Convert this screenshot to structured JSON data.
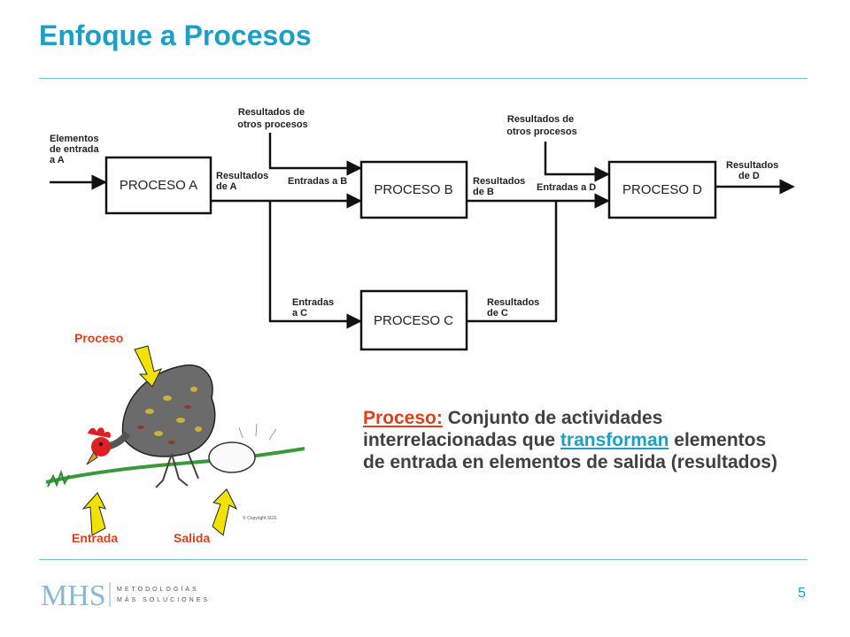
{
  "title": "Enfoque a Procesos",
  "diagram": {
    "inputs_a": [
      "Elementos",
      "de entrada",
      "a A"
    ],
    "other_results_1": [
      "Resultados de",
      "otros procesos"
    ],
    "other_results_2": [
      "Resultados de",
      "otros procesos"
    ],
    "results_a": [
      "Resultados",
      "de A"
    ],
    "inputs_b": "Entradas a B",
    "results_b": [
      "Resultados",
      "de B"
    ],
    "inputs_d": "Entradas a D",
    "results_d": [
      "Resultados",
      "de D"
    ],
    "inputs_c": [
      "Entradas",
      "a C"
    ],
    "results_c": [
      "Resultados",
      "de C"
    ],
    "process_a": "PROCESO A",
    "process_b": "PROCESO B",
    "process_c": "PROCESO C",
    "process_d": "PROCESO D"
  },
  "illustration": {
    "label_process": "Proceso",
    "label_input": "Entrada",
    "label_output": "Salida",
    "copyright": "© Copyright SGS"
  },
  "definition": {
    "term": "Proceso:",
    "text_1": " Conjunto de actividades interrelacionadas que ",
    "verb": "transforman",
    "text_2": " elementos de entrada en elementos de salida (resultados)"
  },
  "logo": {
    "mark": "MHS",
    "line_1": "METODOLOGÍAS",
    "line_2": "MÁS SOLUCIONES"
  },
  "page_number": "5",
  "colors": {
    "accent": "#1b9fc6",
    "highlight": "#e0401c",
    "body_text": "#404040"
  }
}
